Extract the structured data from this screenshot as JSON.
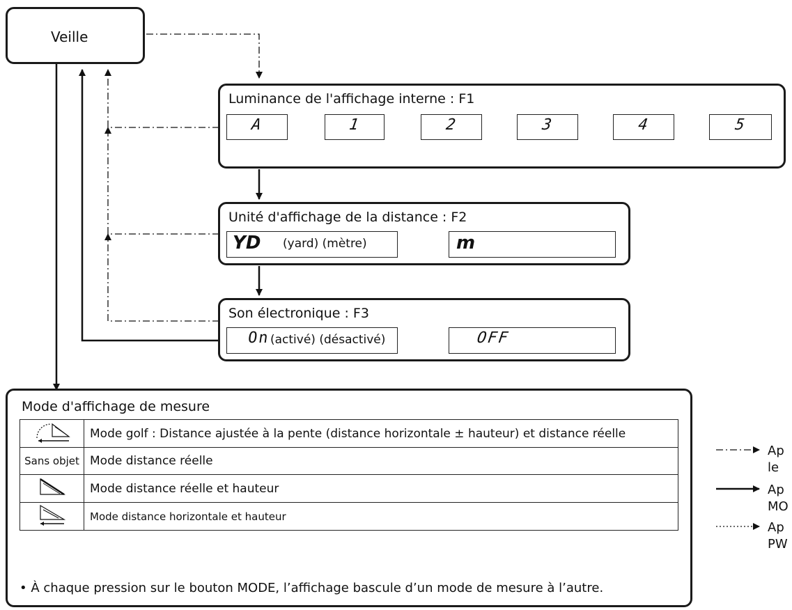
{
  "standby": {
    "label": "Veille"
  },
  "f1": {
    "title": "Luminance de l'affichage interne : F1",
    "cells": [
      "A",
      "1",
      "2",
      "3",
      "4",
      "5"
    ]
  },
  "f2": {
    "title": "Unité d'affichage de la distance : F2",
    "left_value": "YD",
    "left_caption": "(yard) (mètre)",
    "right_value": "m"
  },
  "f3": {
    "title": "Son électronique : F3",
    "left_value": "On",
    "left_caption": "(activé) (désactivé)",
    "right_value": "OFF"
  },
  "modes": {
    "title": "Mode d'affichage de mesure",
    "rows": [
      {
        "icon": "golf-mode-icon",
        "icon_text": "",
        "label": "Mode golf : Distance ajustée à la pente (distance horizontale ± hauteur) et distance réelle"
      },
      {
        "icon": "",
        "icon_text": "Sans objet",
        "label": "Mode distance réelle"
      },
      {
        "icon": "actual-distance-height-icon",
        "icon_text": "",
        "label": "Mode distance réelle et hauteur"
      },
      {
        "icon": "horizontal-distance-height-icon",
        "icon_text": "",
        "label": "Mode distance horizontale et hauteur"
      }
    ],
    "note": "• À chaque pression sur le bouton MODE, l’affichage bascule d’un mode de mesure à l’autre."
  },
  "legend": {
    "dashdot": [
      "Ap",
      "le"
    ],
    "solid": [
      "Ap",
      "MO"
    ],
    "dotted": [
      "Ap",
      "PW"
    ]
  }
}
